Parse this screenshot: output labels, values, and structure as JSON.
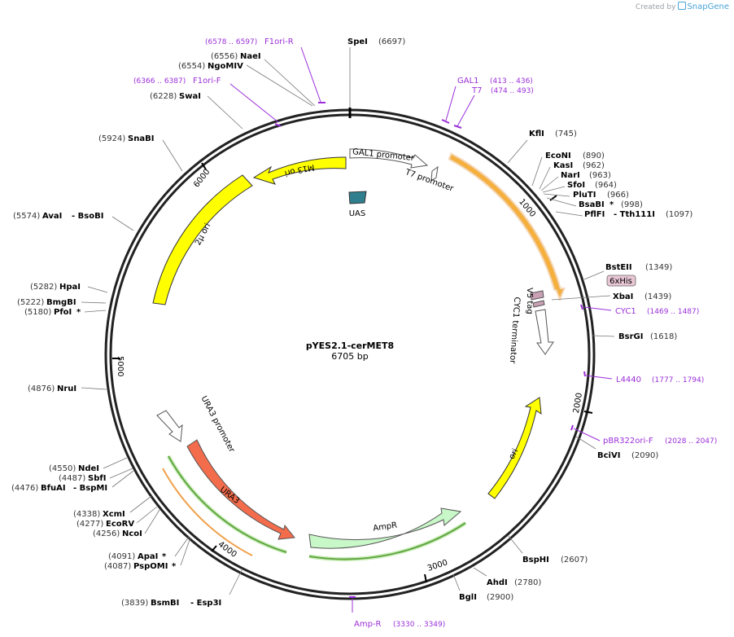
{
  "credit": {
    "prefix": "Created by",
    "brand": "SnapGene"
  },
  "plasmid": {
    "name": "pYES2.1-cerMET8",
    "length_label": "6705 bp",
    "length": 6705
  },
  "scale_ticks": [
    "1000",
    "2000",
    "3000",
    "4000",
    "5000",
    "6000"
  ],
  "sites": [
    {
      "name": "SpeI",
      "pos": "(6697)",
      "star": false
    },
    {
      "name": "NaeI",
      "pos": "(6556)",
      "star": false
    },
    {
      "name": "NgoMIV",
      "pos": "(6554)",
      "star": false
    },
    {
      "name": "SwaI",
      "pos": "(6228)",
      "star": false
    },
    {
      "name": "SnaBI",
      "pos": "(5924)",
      "star": false
    },
    {
      "name": "AvaI",
      "extra": "- BsoBI",
      "pos": "(5574)",
      "star": false
    },
    {
      "name": "HpaI",
      "pos": "(5282)",
      "star": false
    },
    {
      "name": "BmgBI",
      "pos": "(5222)",
      "star": false
    },
    {
      "name": "PfoI",
      "pos": "(5180)",
      "star": true
    },
    {
      "name": "NruI",
      "pos": "(4876)",
      "star": false
    },
    {
      "name": "NdeI",
      "pos": "(4550)",
      "star": false
    },
    {
      "name": "SbfI",
      "pos": "(4487)",
      "star": false
    },
    {
      "name": "BfuAI",
      "extra": "- BspMI",
      "pos": "(4476)",
      "star": false
    },
    {
      "name": "XcmI",
      "pos": "(4338)",
      "star": false
    },
    {
      "name": "EcoRV",
      "pos": "(4277)",
      "star": false
    },
    {
      "name": "NcoI",
      "pos": "(4256)",
      "star": false
    },
    {
      "name": "ApaI",
      "pos": "(4091)",
      "star": true
    },
    {
      "name": "PspOMI",
      "pos": "(4087)",
      "star": true
    },
    {
      "name": "BsmBI",
      "extra": "- Esp3I",
      "pos": "(3839)",
      "star": false
    },
    {
      "name": "KflI",
      "pos": "(745)",
      "star": false
    },
    {
      "name": "EcoNI",
      "pos": "(890)",
      "star": false
    },
    {
      "name": "KasI",
      "pos": "(962)",
      "star": false
    },
    {
      "name": "NarI",
      "pos": "(963)",
      "star": false
    },
    {
      "name": "SfoI",
      "pos": "(964)",
      "star": false
    },
    {
      "name": "PluTI",
      "pos": "(966)",
      "star": false
    },
    {
      "name": "BsaBI",
      "pos": "(998)",
      "star": true
    },
    {
      "name": "PflFI",
      "extra": "- Tth111I",
      "pos": "(1097)",
      "star": false
    },
    {
      "name": "BstEII",
      "pos": "(1349)",
      "star": false
    },
    {
      "name": "XbaI",
      "pos": "(1439)",
      "star": false
    },
    {
      "name": "BsrGI",
      "pos": "(1618)",
      "star": false
    },
    {
      "name": "BciVI",
      "pos": "(2090)",
      "star": false
    },
    {
      "name": "BspHI",
      "pos": "(2607)",
      "star": false
    },
    {
      "name": "AhdI",
      "pos": "(2780)",
      "star": false
    },
    {
      "name": "BglI",
      "pos": "(2900)",
      "star": false
    }
  ],
  "primers": [
    {
      "name": "F1ori-R",
      "range": "(6578 .. 6597)"
    },
    {
      "name": "F1ori-F",
      "range": "(6366 .. 6387)"
    },
    {
      "name": "GAL1",
      "range": "(413 .. 436)"
    },
    {
      "name": "T7",
      "range": "(474 .. 493)"
    },
    {
      "name": "CYC1",
      "range": "(1469 .. 1487)"
    },
    {
      "name": "L4440",
      "range": "(1777 .. 1794)"
    },
    {
      "name": "pBR322ori-F",
      "range": "(2028 .. 2047)"
    },
    {
      "name": "Amp-R",
      "range": "(3330 .. 3349)"
    }
  ],
  "features": {
    "m13_ori": "M13 ori",
    "two_micron_ori": "2μ ori",
    "gal1_promoter": "GAL1 promoter",
    "t7_promoter": "T7 promoter",
    "uas": "UAS",
    "his_tag": "6xHis",
    "v5_tag": "V5 tag",
    "cyc1_terminator": "CYC1 terminator",
    "ori": "ori",
    "ampr": "AmpR",
    "ura3": "URA3",
    "ura3_promoter": "URA3 promoter"
  },
  "colors": {
    "yellow_feature": "#ffff00",
    "orange_feature": "#f36c4c",
    "green_feature": "#c8f7c8",
    "teal_feature": "#2f7f8f",
    "primer_purple": "#9b30d9",
    "tag_pink": "#c9a0b4"
  }
}
